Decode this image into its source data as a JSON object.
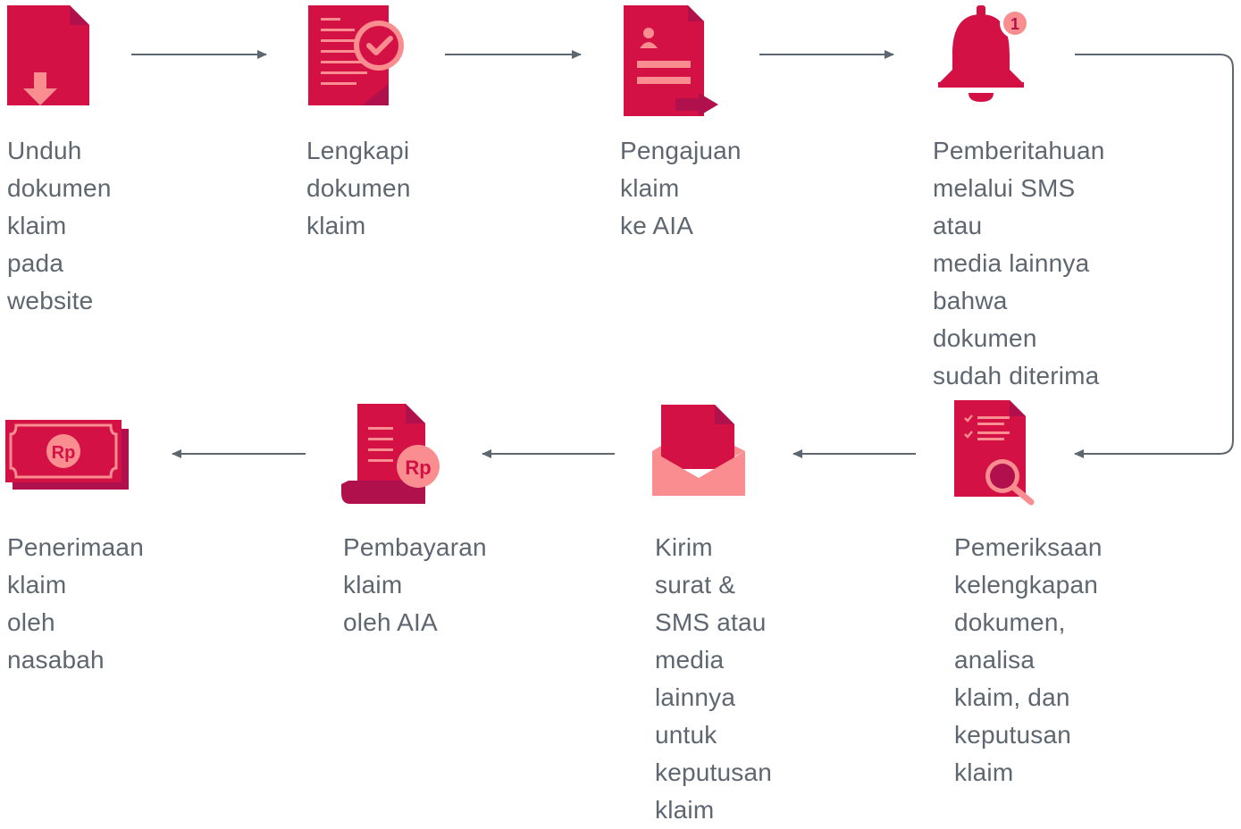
{
  "steps": [
    {
      "id": "unduh",
      "icon": "document-download-icon",
      "label": "Unduh dokumen\nklaim pada website"
    },
    {
      "id": "lengkapi",
      "icon": "document-check-icon",
      "label": "Lengkapi\ndokumen klaim"
    },
    {
      "id": "pengajuan",
      "icon": "document-submit-icon",
      "label": "Pengajuan klaim\nke AIA"
    },
    {
      "id": "pemberitahuan",
      "icon": "notification-bell-icon",
      "badge": "1",
      "label": "Pemberitahuan\nmelalui SMS atau\nmedia lainnya\nbahwa dokumen\nsudah diterima"
    },
    {
      "id": "pemeriksaan",
      "icon": "document-search-icon",
      "label": "Pemeriksaan\nkelengkapan\ndokumen, analisa\nklaim, dan\nkeputusan klaim"
    },
    {
      "id": "kirim",
      "icon": "envelope-letter-icon",
      "label": "Kirim surat &\nSMS atau media\nlainnya untuk\nkeputusan klaim"
    },
    {
      "id": "pembayaran",
      "icon": "document-payment-icon",
      "currency": "Rp",
      "label": "Pembayaran klaim\noleh AIA"
    },
    {
      "id": "penerimaan",
      "icon": "banknote-icon",
      "currency": "Rp",
      "label": "Penerimaan klaim\noleh nasabah"
    }
  ],
  "colors": {
    "primary": "#d31145",
    "light": "#f98d8f",
    "dark": "#b0104b",
    "text": "#5e6670",
    "arrow": "#5e6670"
  }
}
